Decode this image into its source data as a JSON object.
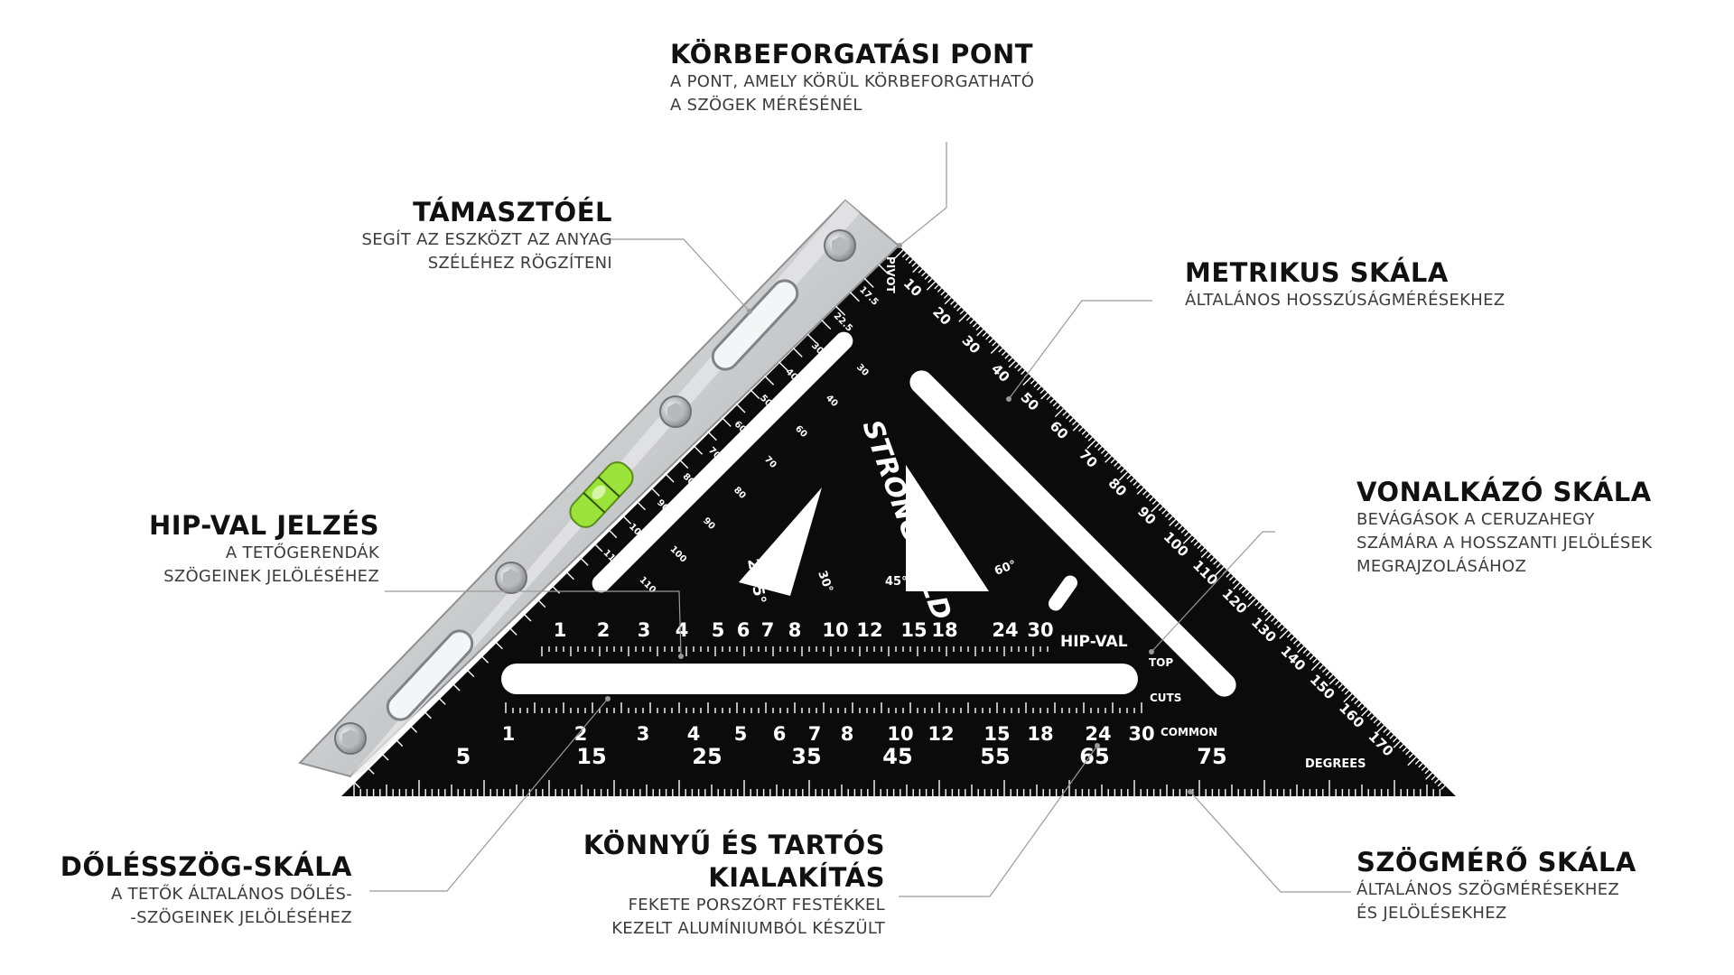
{
  "callouts": {
    "pivot": {
      "title": "KÖRBEFORGATÁSI PONT",
      "desc1": "A PONT, AMELY KÖRÜL KÖRBEFORGATHATÓ",
      "desc2": "A SZÖGEK MÉRÉSÉNÉL"
    },
    "fence": {
      "title": "TÁMASZTÓÉL",
      "desc1": "SEGÍT AZ ESZKÖZT AZ ANYAG",
      "desc2": "SZÉLÉHEZ RÖGZÍTENI"
    },
    "metric": {
      "title": "METRIKUS SKÁLA",
      "desc1": "ÁLTALÁNOS HOSSZÚSÁGMÉRÉSEKHEZ"
    },
    "scribe": {
      "title": "VONALKÁZÓ SKÁLA",
      "desc1": "BEVÁGÁSOK A CERUZAHEGY",
      "desc2": "SZÁMÁRA A HOSSZANTI JELÖLÉSEK",
      "desc3": "MEGRAJZOLÁSÁHOZ"
    },
    "hip": {
      "title": "HIP-VAL JELZÉS",
      "desc1": "A TETŐGERENDÁK",
      "desc2": "SZÖGEINEK JELÖLÉSÉHEZ"
    },
    "pitch": {
      "title": "DŐLÉSSZÖG-SKÁLA",
      "desc1": "A TETŐK ÁLTALÁNOS DŐLÉS-",
      "desc2": "-SZÖGEINEK JELÖLÉSÉHEZ"
    },
    "build": {
      "title1": "KÖNNYŰ ÉS TARTÓS",
      "title2": "KIALAKÍTÁS",
      "desc1": "FEKETE PORSZÓRT FESTÉKKEL",
      "desc2": "KEZELT ALUMÍNIUMBÓL KÉSZÜLT"
    },
    "protractor": {
      "title": "SZÖGMÉRŐ SKÁLA",
      "desc1": "ÁLTALÁNOS SZÖGMÉRÉSEKHEZ",
      "desc2": "ÉS JELÖLÉSEKHEZ"
    }
  },
  "tool": {
    "brand": "STRONGBOLD",
    "pivot_label": "PIVOT",
    "hip_val_label": "HIP-VAL",
    "top_label": "TOP",
    "cuts_label": "CUTS",
    "common_label": "COMMON",
    "degrees_label": "DEGREES",
    "angle_22": "22.5°",
    "angle_30": "30°",
    "angle_45": "45°",
    "angle_60": "60°",
    "hip_top_row": [
      "1",
      "2",
      "3",
      "4",
      "5",
      "6",
      "7",
      "8",
      "10",
      "12",
      "15",
      "18",
      "24",
      "30"
    ],
    "common_row": [
      "1",
      "2",
      "3",
      "4",
      "5",
      "6",
      "7",
      "8",
      "10",
      "12",
      "15",
      "18",
      "24",
      "30"
    ],
    "degree_row": [
      "5",
      "15",
      "25",
      "35",
      "45",
      "55",
      "65",
      "75"
    ],
    "metric_marks": [
      "10",
      "20",
      "30",
      "40",
      "50",
      "60",
      "70",
      "80",
      "90",
      "100",
      "110",
      "120",
      "130",
      "140",
      "150",
      "160",
      "170"
    ],
    "inner_small_marks": [
      "17.5",
      "22.5",
      "30",
      "40",
      "50",
      "60",
      "70",
      "80",
      "90",
      "100",
      "110"
    ],
    "inner_slot_marks": [
      "30",
      "40",
      "60",
      "70",
      "80",
      "90",
      "100",
      "110"
    ],
    "accent_bubble": "#9be33a",
    "body_color": "#0b0b0b",
    "rail_color": "#cfd1d3"
  }
}
